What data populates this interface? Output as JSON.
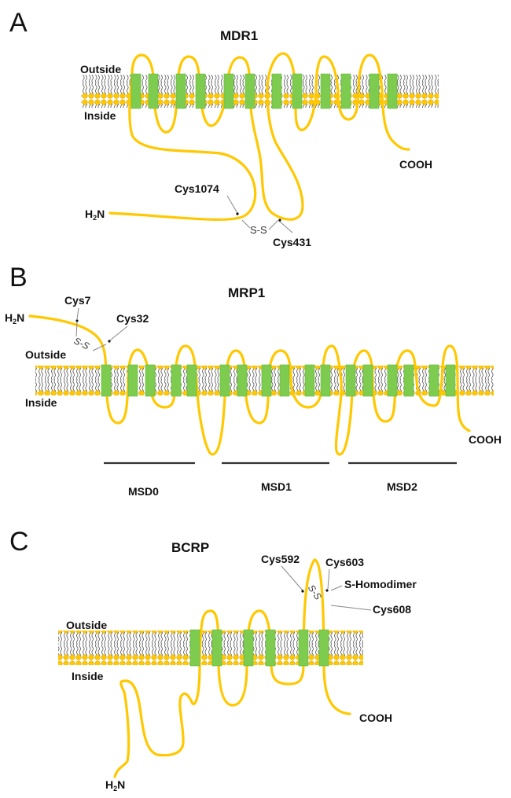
{
  "figure": {
    "colors": {
      "chain": "#ffc800",
      "helix": "#7dcc4f",
      "lipid_head": "#ffc800",
      "lipid_tail": "#555555",
      "text": "#111111"
    },
    "panels": [
      {
        "letter": "A",
        "title": "MDR1",
        "outside_label": "Outside",
        "inside_label": "Inside",
        "n_terminus": {
          "main": "H",
          "sub": "2",
          "tail": "N"
        },
        "c_terminus": "COOH",
        "transmembrane_helices": 12,
        "disulfide": {
          "label": "S-S",
          "residues": [
            "Cys1074",
            "Cys431"
          ]
        }
      },
      {
        "letter": "B",
        "title": "MRP1",
        "outside_label": "Outside",
        "inside_label": "Inside",
        "n_terminus": {
          "main": "H",
          "sub": "2",
          "tail": "N"
        },
        "c_terminus": "COOH",
        "transmembrane_helices": 17,
        "disulfide": {
          "label": "S-S",
          "residues": [
            "Cys7",
            "Cys32"
          ]
        },
        "domains": [
          "MSD0",
          "MSD1",
          "MSD2"
        ]
      },
      {
        "letter": "C",
        "title": "BCRP",
        "outside_label": "Outside",
        "inside_label": "Inside",
        "n_terminus": {
          "main": "H",
          "sub": "2",
          "tail": "N"
        },
        "c_terminus": "COOH",
        "transmembrane_helices": 6,
        "disulfide": {
          "label": "S-S",
          "residues": [
            "Cys592",
            "Cys608"
          ]
        },
        "homodimer": {
          "residue": "Cys603",
          "label": "S-Homodimer"
        }
      }
    ]
  }
}
